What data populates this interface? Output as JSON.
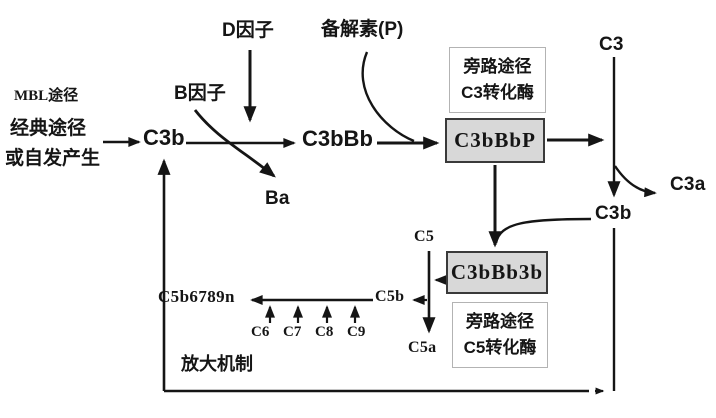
{
  "labels": {
    "mbl_pathway": "MBL途径",
    "classical_pathway": "经典途径",
    "spontaneous": "或自发产生",
    "c3b_left": "C3b",
    "factor_b": "B因子",
    "factor_d": "D因子",
    "properdin": "备解素(P)",
    "c3bBb": "C3bBb",
    "ba": "Ba",
    "c3": "C3",
    "c3a": "C3a",
    "c3b_right": "C3b",
    "c5": "C5",
    "c5b": "C5b",
    "c5a": "C5a",
    "c5b6789n": "C5b6789n",
    "c6": "C6",
    "c7": "C7",
    "c8": "C8",
    "c9": "C9",
    "amplification": "放大机制"
  },
  "boxes": {
    "c3_convertase_enzyme": "C3bBbP",
    "c3_convertase_caption_line1": "旁路途径",
    "c3_convertase_caption_line2": "C3转化酶",
    "c5_convertase_enzyme": "C3bBb3b",
    "c5_convertase_caption_line1": "旁路途径",
    "c5_convertase_caption_line2": "C5转化酶"
  },
  "colors": {
    "line": "#151515",
    "enzyme_box_fill": "#d8d8d8",
    "enzyme_box_border": "#3a3a3a",
    "caption_box_border": "#b3b3b3",
    "background": "#ffffff"
  }
}
